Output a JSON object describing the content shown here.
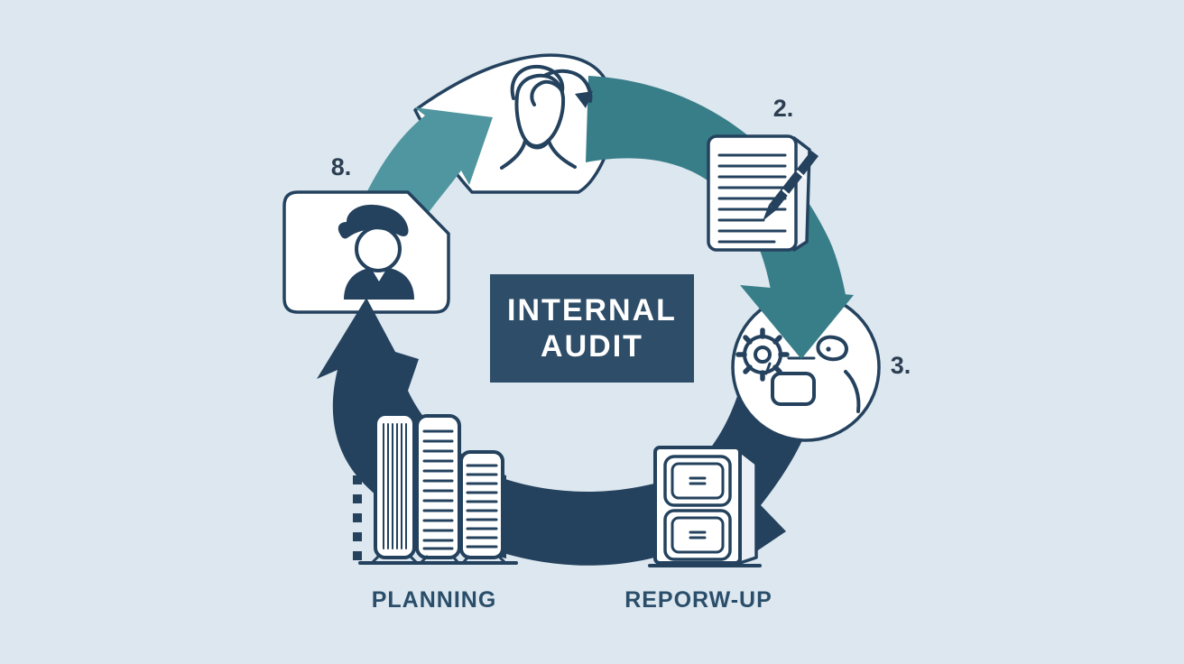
{
  "diagram": {
    "title_line1": "INTERNAL",
    "title_line2": "AUDIT",
    "steps": [
      {
        "id": "thinking",
        "number": "",
        "label": "",
        "icon": "speech-bubble-thinking-person-icon"
      },
      {
        "id": "document",
        "number": "2.",
        "label": "",
        "icon": "document-pen-icon"
      },
      {
        "id": "process",
        "number": "3.",
        "label": "",
        "icon": "gear-process-icon"
      },
      {
        "id": "follow-up",
        "number": "",
        "label": "REPORW-UP",
        "icon": "filing-cabinet-icon"
      },
      {
        "id": "planning",
        "number": "",
        "label": "PLANNING",
        "icon": "buildings-icon"
      },
      {
        "id": "reviewer",
        "number": "8.",
        "label": "",
        "icon": "person-badge-icon"
      }
    ]
  },
  "colors": {
    "bg": "#dce7ef",
    "teal_band": "#387e89",
    "teal_arrow": "#4f96a0",
    "navy_band": "#24415d",
    "center_box": "#2d4d68",
    "outline": "#24425e",
    "label_text": "#2a4e6a",
    "number_text": "#2c3e52",
    "title_text": "#ffffff",
    "icon_bg": "#ffffff",
    "cabinet_side": "#e9eff5"
  }
}
